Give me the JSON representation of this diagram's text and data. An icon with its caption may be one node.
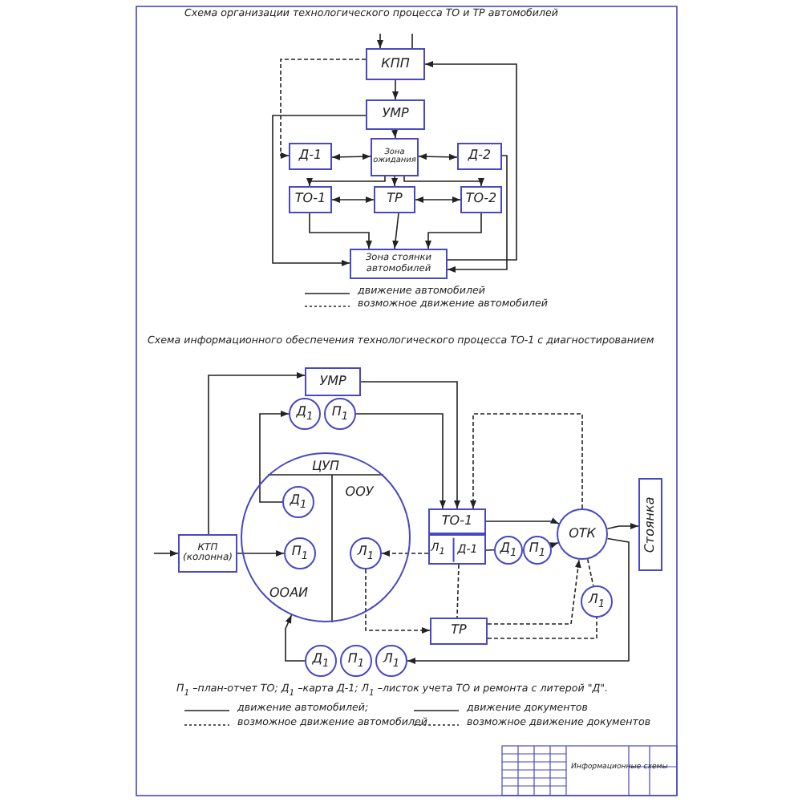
{
  "diagram": {
    "nodes": [
      {
        "text": [
          "КПП"
        ]
      },
      {
        "text": [
          "УМР"
        ]
      },
      {
        "text": [
          "Зона ожидания"
        ]
      },
      {
        "text": [
          "Д-1"
        ]
      },
      {
        "text": [
          "Д-2"
        ]
      },
      {
        "text": [
          "ТО-1"
        ]
      },
      {
        "text": [
          "ТР"
        ]
      },
      {
        "text": [
          "ТО-2"
        ]
      },
      {
        "text": [
          "Зона стоянки автомобилей"
        ]
      },
      {
        "text": [
          "УМР"
        ]
      },
      {
        "text": [
          "Д$_{1}$"
        ]
      },
      {
        "text": [
          "П$_{1}$"
        ]
      },
      {
        "text": [
          "ЦУП",
          "ООУ",
          "ООАИ"
        ]
      },
      {
        "text": [
          "Д$_{1}$"
        ],
        "in": 12
      },
      {
        "text": [
          "П$_{1}$"
        ],
        "in": 12
      },
      {
        "text": [
          "Л$_{1}$"
        ],
        "in": 12
      },
      {
        "text": [
          "КТП (колонна)"
        ]
      },
      {
        "text": [
          "ТО-1"
        ]
      },
      {
        "text": [
          "Л$_{1}$",
          "Д-1"
        ]
      },
      {
        "text": [
          "Д$_{1}$"
        ]
      },
      {
        "text": [
          "П$_{1}$"
        ]
      },
      {
        "text": [
          "ОТК"
        ]
      },
      {
        "text": [
          "Стоянка"
        ]
      },
      {
        "text": [
          "Л$_{1}$"
        ]
      },
      {
        "text": [
          "ТР"
        ]
      },
      {
        "text": [
          "Д$_{1}$"
        ]
      },
      {
        "text": [
          "П$_{1}$"
        ]
      },
      {
        "text": [
          "Л$_{1}$"
        ]
      }
    ],
    "edges": [
      {
        "from": null,
        "to": 0,
        "arrow": "to"
      },
      {
        "from": 0,
        "to": null,
        "arrow": "none"
      },
      {
        "from": 0,
        "to": 1,
        "arrow": "to"
      },
      {
        "from": 1,
        "to": 2,
        "arrow": "to"
      },
      {
        "from": 2,
        "to": 3,
        "arrow": "both"
      },
      {
        "from": 2,
        "to": 4,
        "arrow": "both"
      },
      {
        "from": 2,
        "to": 5,
        "arrow": "to"
      },
      {
        "from": 2,
        "to": 6,
        "arrow": "to"
      },
      {
        "from": 2,
        "to": 7,
        "arrow": "to"
      },
      {
        "from": 5,
        "to": 6,
        "arrow": "both"
      },
      {
        "from": 6,
        "to": 7,
        "arrow": "both"
      },
      {
        "from": 5,
        "to": 8,
        "arrow": "to"
      },
      {
        "from": 6,
        "to": 8,
        "arrow": "to"
      },
      {
        "from": 7,
        "to": 8,
        "arrow": "to"
      },
      {
        "from": 8,
        "to": 0,
        "arrow": "to"
      },
      {
        "from": 1,
        "to": 8,
        "arrow": "to"
      },
      {
        "from": 0,
        "to": 3,
        "arrow": "to",
        "style": "dashed"
      },
      {
        "from": 4,
        "to": 8,
        "arrow": "to"
      },
      {
        "from": null,
        "to": 16,
        "arrow": "to"
      },
      {
        "from": 16,
        "to": 14,
        "arrow": "to"
      },
      {
        "from": 16,
        "to": 9,
        "arrow": "to"
      },
      {
        "from": 9,
        "to": 17,
        "arrow": "to"
      },
      {
        "from": 13,
        "to": 10,
        "arrow": "to"
      },
      {
        "from": 11,
        "to": 17,
        "arrow": "to"
      },
      {
        "from": 21,
        "to": 17,
        "arrow": "to",
        "style": "dashed"
      },
      {
        "from": 17,
        "to": 21,
        "arrow": "to"
      },
      {
        "from": 21,
        "to": 22,
        "arrow": "to"
      },
      {
        "from": 18,
        "to": 19,
        "arrow": "none"
      },
      {
        "from": 20,
        "to": 21,
        "arrow": "to"
      },
      {
        "from": 18,
        "to": 15,
        "arrow": "to",
        "style": "dashed"
      },
      {
        "from": 18,
        "to": 24,
        "arrow": "none",
        "style": "dashed"
      },
      {
        "from": 15,
        "to": 24,
        "arrow": "to",
        "style": "dashed"
      },
      {
        "from": 24,
        "to": 21,
        "arrow": "to",
        "style": "dashed"
      },
      {
        "from": 24,
        "to": 23,
        "arrow": "none",
        "style": "dashed"
      },
      {
        "from": 21,
        "to": 23,
        "arrow": "none",
        "style": "dashed"
      },
      {
        "from": 21,
        "to": 27,
        "arrow": "to"
      },
      {
        "from": 25,
        "to": 12,
        "arrow": "to"
      }
    ],
    "labels": [
      "Схема организации технологического процесса ТО и ТР автомобилей",
      "Схема информационного обеспечения технологического процесса ТО-1 с диагностированием",
      "П$_{1}$ –план-отчет ТО;  Д$_{1}$ –карта Д-1;  Л$_{1}$ –листок учета ТО и ремонта с литерой \"Д\".",
      "Информационные схемы"
    ],
    "legend": [
      {
        "text": "движение автомобилей"
      },
      {
        "text": "возможное движение автомобилей"
      },
      {
        "text": "движение автомобилей;"
      },
      {
        "text": "движение документов"
      },
      {
        "text": "возможное движение автомобилей"
      },
      {
        "text": "возможное движение документов"
      }
    ]
  }
}
